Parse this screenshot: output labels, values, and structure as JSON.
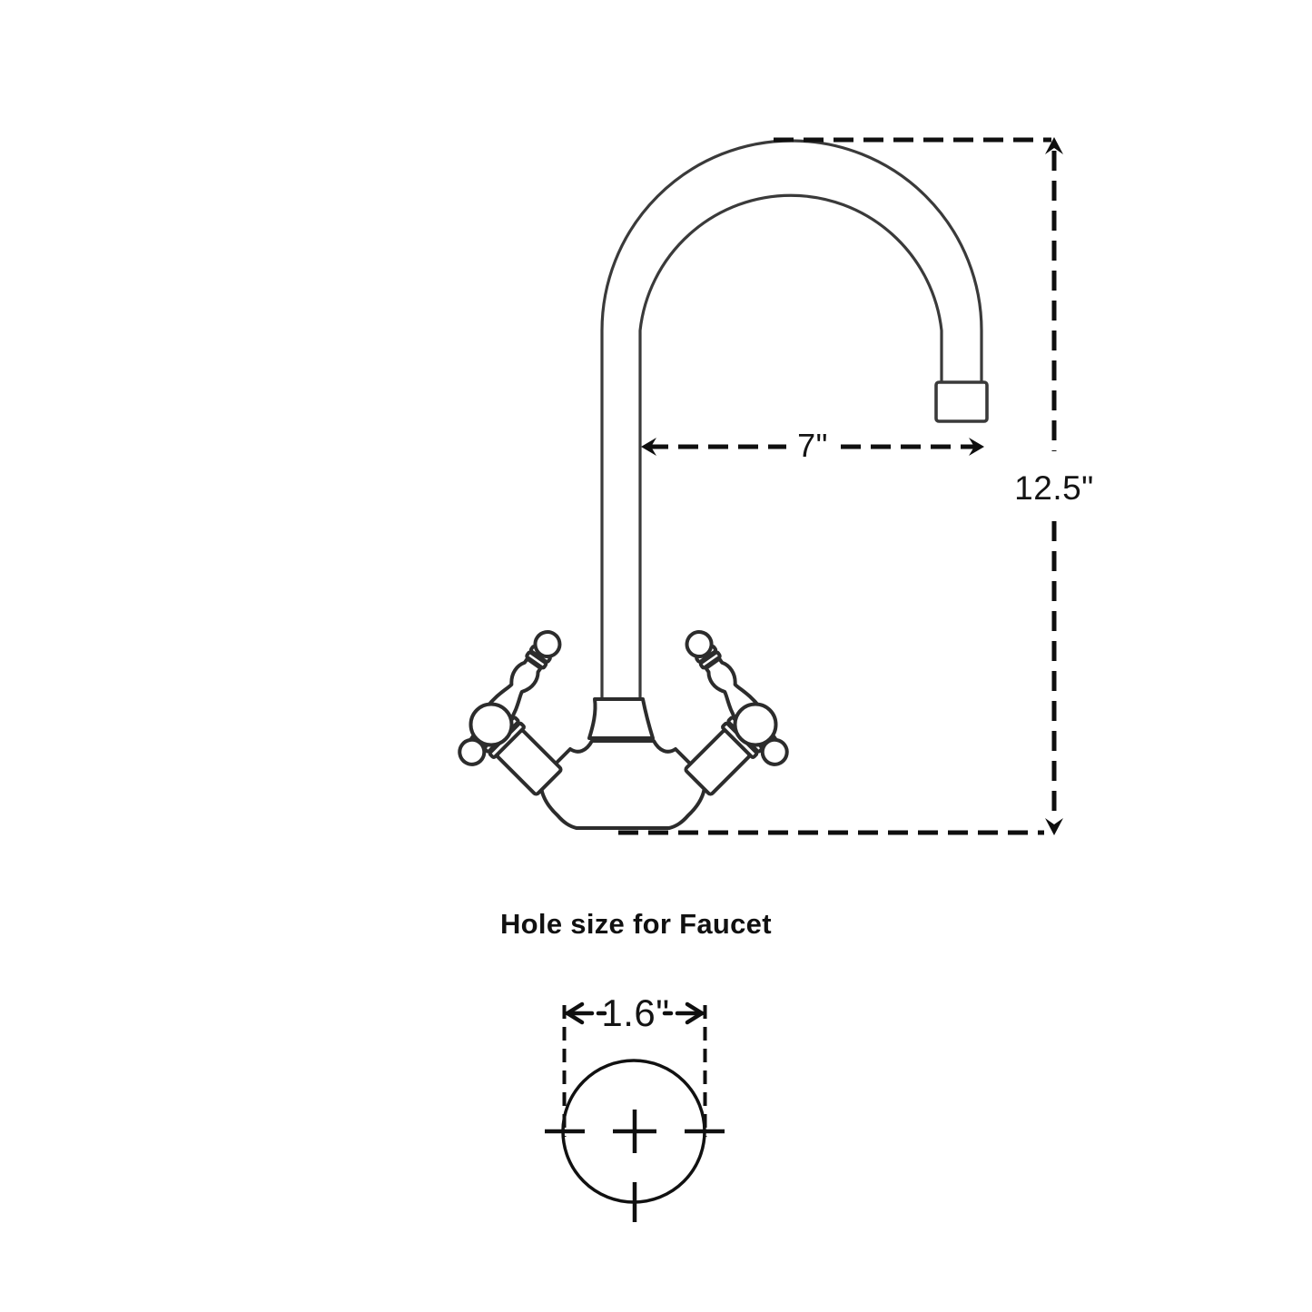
{
  "page": {
    "background": "#ffffff",
    "description": "Technical dimension diagram of a two-handle gooseneck kitchen faucet with hole size drawing"
  },
  "title": {
    "text": "Hole size for Faucet"
  },
  "dimensions": {
    "spout_reach": "7\"",
    "overall_height": "12.5\"",
    "hole_diameter": "1.6\""
  },
  "colors": {
    "dimension_line": "#0f0f0f",
    "drawing_line": "#2c2c2c",
    "text": "#141414"
  }
}
